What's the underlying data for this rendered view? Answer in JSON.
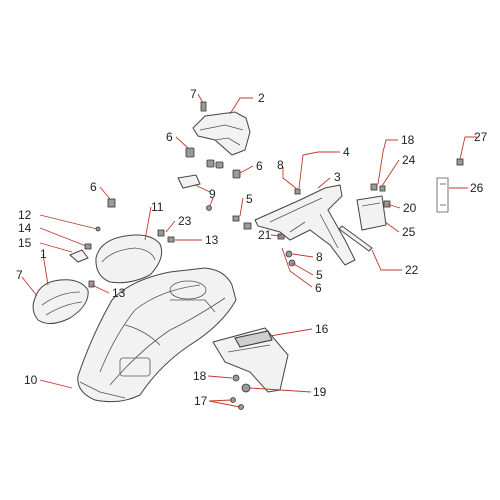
{
  "callouts": [
    {
      "id": "c7a",
      "text": "7"
    },
    {
      "id": "c2",
      "text": "2"
    },
    {
      "id": "c6a",
      "text": "6"
    },
    {
      "id": "c6b",
      "text": "6"
    },
    {
      "id": "c6c",
      "text": "6"
    },
    {
      "id": "c8a",
      "text": "8"
    },
    {
      "id": "c4",
      "text": "4"
    },
    {
      "id": "c3",
      "text": "3"
    },
    {
      "id": "c9",
      "text": "9"
    },
    {
      "id": "c5a",
      "text": "5"
    },
    {
      "id": "c11",
      "text": "11"
    },
    {
      "id": "c23",
      "text": "23"
    },
    {
      "id": "c13a",
      "text": "13"
    },
    {
      "id": "c21",
      "text": "21"
    },
    {
      "id": "c12",
      "text": "12"
    },
    {
      "id": "c14",
      "text": "14"
    },
    {
      "id": "c15",
      "text": "15"
    },
    {
      "id": "c1",
      "text": "1"
    },
    {
      "id": "c7b",
      "text": "7"
    },
    {
      "id": "c13b",
      "text": "13"
    },
    {
      "id": "c8b",
      "text": "8"
    },
    {
      "id": "c5b",
      "text": "5"
    },
    {
      "id": "c6d",
      "text": "6"
    },
    {
      "id": "c18a",
      "text": "18"
    },
    {
      "id": "c24",
      "text": "24"
    },
    {
      "id": "c20",
      "text": "20"
    },
    {
      "id": "c25",
      "text": "25"
    },
    {
      "id": "c22",
      "text": "22"
    },
    {
      "id": "c27",
      "text": "27"
    },
    {
      "id": "c26",
      "text": "26"
    },
    {
      "id": "c16",
      "text": "16"
    },
    {
      "id": "c10",
      "text": "10"
    },
    {
      "id": "c18b",
      "text": "18"
    },
    {
      "id": "c19",
      "text": "19"
    },
    {
      "id": "c17",
      "text": "17"
    }
  ]
}
